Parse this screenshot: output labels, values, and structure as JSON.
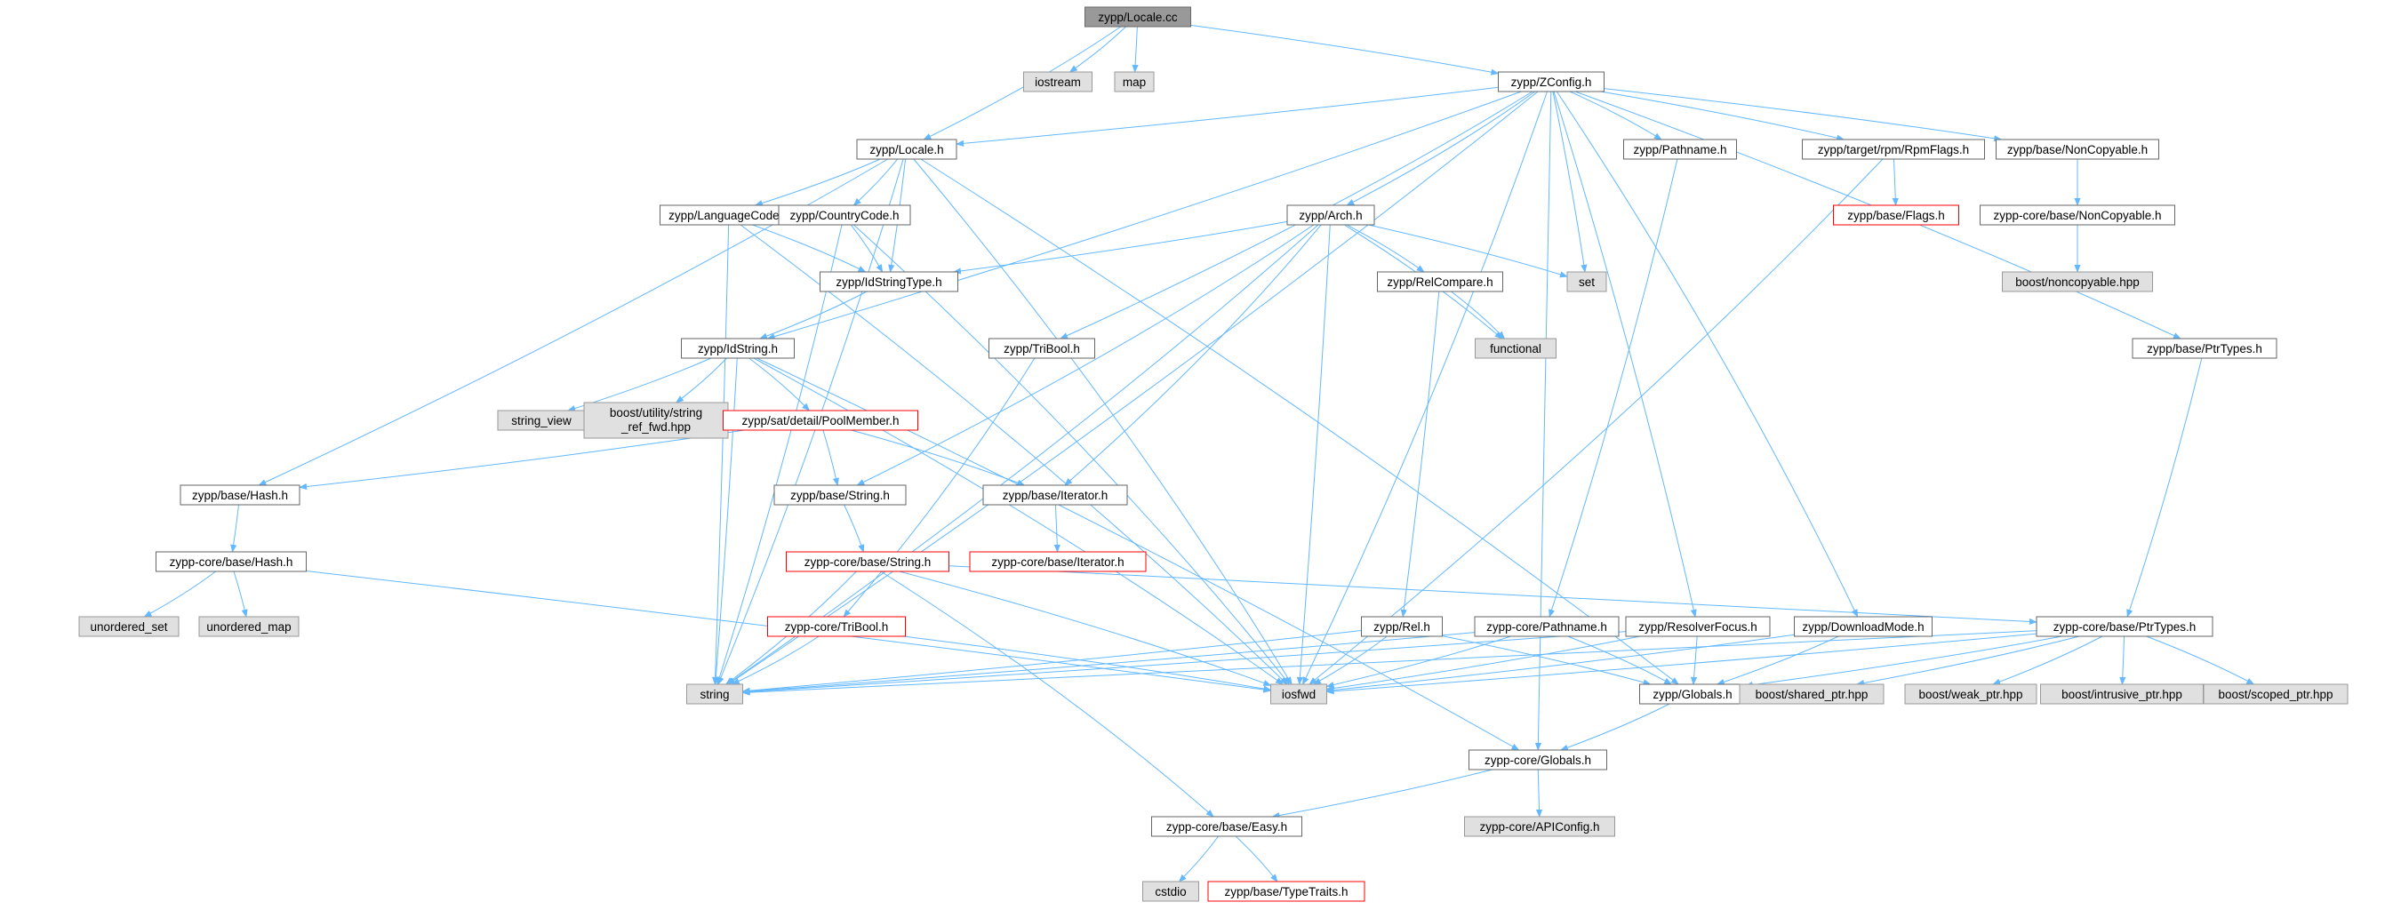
{
  "graph": {
    "root": "zypp/Locale.cc",
    "nodes": [
      {
        "id": "locale_cc",
        "label": "zypp/Locale.cc",
        "kind": "root"
      },
      {
        "id": "iostream",
        "label": "iostream",
        "kind": "system"
      },
      {
        "id": "map",
        "label": "map",
        "kind": "system"
      },
      {
        "id": "zconfig",
        "label": "zypp/ZConfig.h",
        "kind": "header"
      },
      {
        "id": "locale_h",
        "label": "zypp/Locale.h",
        "kind": "header"
      },
      {
        "id": "pathname",
        "label": "zypp/Pathname.h",
        "kind": "header"
      },
      {
        "id": "rpmflags",
        "label": "zypp/target/rpm/RpmFlags.h",
        "kind": "header"
      },
      {
        "id": "noncopyable",
        "label": "zypp/base/NonCopyable.h",
        "kind": "header"
      },
      {
        "id": "languagecode",
        "label": "zypp/LanguageCode.h",
        "kind": "header"
      },
      {
        "id": "countrycode",
        "label": "zypp/CountryCode.h",
        "kind": "header"
      },
      {
        "id": "arch",
        "label": "zypp/Arch.h",
        "kind": "header"
      },
      {
        "id": "flags",
        "label": "zypp/base/Flags.h",
        "kind": "truncated"
      },
      {
        "id": "core_noncopyable",
        "label": "zypp-core/base/NonCopyable.h",
        "kind": "header"
      },
      {
        "id": "idstringtype",
        "label": "zypp/IdStringType.h",
        "kind": "header"
      },
      {
        "id": "relcompare",
        "label": "zypp/RelCompare.h",
        "kind": "header"
      },
      {
        "id": "set",
        "label": "set",
        "kind": "system"
      },
      {
        "id": "boost_noncopyable",
        "label": "boost/noncopyable.hpp",
        "kind": "system"
      },
      {
        "id": "idstring",
        "label": "zypp/IdString.h",
        "kind": "header"
      },
      {
        "id": "tribool",
        "label": "zypp/TriBool.h",
        "kind": "header"
      },
      {
        "id": "functional",
        "label": "functional",
        "kind": "system"
      },
      {
        "id": "ptrtypes",
        "label": "zypp/base/PtrTypes.h",
        "kind": "header"
      },
      {
        "id": "string_view",
        "label": "string_view",
        "kind": "system"
      },
      {
        "id": "boost_stringref",
        "label": [
          "boost/utility/string",
          "_ref_fwd.hpp"
        ],
        "kind": "system"
      },
      {
        "id": "poolmember",
        "label": "zypp/sat/detail/PoolMember.h",
        "kind": "truncated"
      },
      {
        "id": "hash",
        "label": "zypp/base/Hash.h",
        "kind": "header"
      },
      {
        "id": "base_string",
        "label": "zypp/base/String.h",
        "kind": "header"
      },
      {
        "id": "base_iterator",
        "label": "zypp/base/Iterator.h",
        "kind": "header"
      },
      {
        "id": "core_hash",
        "label": "zypp-core/base/Hash.h",
        "kind": "header"
      },
      {
        "id": "core_string",
        "label": "zypp-core/base/String.h",
        "kind": "truncated"
      },
      {
        "id": "core_iterator",
        "label": "zypp-core/base/Iterator.h",
        "kind": "truncated"
      },
      {
        "id": "unordered_set",
        "label": "unordered_set",
        "kind": "system"
      },
      {
        "id": "unordered_map",
        "label": "unordered_map",
        "kind": "system"
      },
      {
        "id": "core_tribool",
        "label": "zypp-core/TriBool.h",
        "kind": "truncated"
      },
      {
        "id": "rel",
        "label": "zypp/Rel.h",
        "kind": "header"
      },
      {
        "id": "core_pathname",
        "label": "zypp-core/Pathname.h",
        "kind": "header"
      },
      {
        "id": "resolverfocus",
        "label": "zypp/ResolverFocus.h",
        "kind": "header"
      },
      {
        "id": "downloadmode",
        "label": "zypp/DownloadMode.h",
        "kind": "header"
      },
      {
        "id": "core_ptrtypes",
        "label": "zypp-core/base/PtrTypes.h",
        "kind": "header"
      },
      {
        "id": "string",
        "label": "string",
        "kind": "system"
      },
      {
        "id": "iosfwd",
        "label": "iosfwd",
        "kind": "system"
      },
      {
        "id": "globals",
        "label": "zypp/Globals.h",
        "kind": "header"
      },
      {
        "id": "shared_ptr",
        "label": "boost/shared_ptr.hpp",
        "kind": "system"
      },
      {
        "id": "weak_ptr",
        "label": "boost/weak_ptr.hpp",
        "kind": "system"
      },
      {
        "id": "intrusive_ptr",
        "label": "boost/intrusive_ptr.hpp",
        "kind": "system"
      },
      {
        "id": "scoped_ptr",
        "label": "boost/scoped_ptr.hpp",
        "kind": "system"
      },
      {
        "id": "core_globals",
        "label": "zypp-core/Globals.h",
        "kind": "header"
      },
      {
        "id": "apiconfig",
        "label": "zypp-core/APIConfig.h",
        "kind": "system"
      },
      {
        "id": "easy",
        "label": "zypp-core/base/Easy.h",
        "kind": "header"
      },
      {
        "id": "cstdio",
        "label": "cstdio",
        "kind": "system"
      },
      {
        "id": "typetraits",
        "label": "zypp/base/TypeTraits.h",
        "kind": "truncated"
      }
    ],
    "edges": [
      [
        "locale_cc",
        "iostream"
      ],
      [
        "locale_cc",
        "map"
      ],
      [
        "locale_cc",
        "zconfig"
      ],
      [
        "locale_cc",
        "locale_h"
      ],
      [
        "zconfig",
        "locale_h"
      ],
      [
        "zconfig",
        "pathname"
      ],
      [
        "zconfig",
        "rpmflags"
      ],
      [
        "zconfig",
        "noncopyable"
      ],
      [
        "zconfig",
        "arch"
      ],
      [
        "zconfig",
        "set"
      ],
      [
        "zconfig",
        "idstring"
      ],
      [
        "zconfig",
        "tribool"
      ],
      [
        "zconfig",
        "ptrtypes"
      ],
      [
        "zconfig",
        "string"
      ],
      [
        "zconfig",
        "iosfwd"
      ],
      [
        "zconfig",
        "resolverfocus"
      ],
      [
        "zconfig",
        "downloadmode"
      ],
      [
        "zconfig",
        "core_globals"
      ],
      [
        "locale_h",
        "languagecode"
      ],
      [
        "locale_h",
        "countrycode"
      ],
      [
        "locale_h",
        "idstringtype"
      ],
      [
        "locale_h",
        "hash"
      ],
      [
        "locale_h",
        "string"
      ],
      [
        "locale_h",
        "iosfwd"
      ],
      [
        "locale_h",
        "globals"
      ],
      [
        "languagecode",
        "idstringtype"
      ],
      [
        "languagecode",
        "string"
      ],
      [
        "languagecode",
        "iosfwd"
      ],
      [
        "countrycode",
        "idstringtype"
      ],
      [
        "countrycode",
        "string"
      ],
      [
        "countrycode",
        "iosfwd"
      ],
      [
        "idstringtype",
        "idstring"
      ],
      [
        "arch",
        "idstringtype"
      ],
      [
        "arch",
        "relcompare"
      ],
      [
        "arch",
        "set"
      ],
      [
        "arch",
        "functional"
      ],
      [
        "arch",
        "base_string"
      ],
      [
        "arch",
        "base_iterator"
      ],
      [
        "arch",
        "string"
      ],
      [
        "arch",
        "iosfwd"
      ],
      [
        "relcompare",
        "functional"
      ],
      [
        "relcompare",
        "rel"
      ],
      [
        "pathname",
        "core_pathname"
      ],
      [
        "rpmflags",
        "flags"
      ],
      [
        "rpmflags",
        "iosfwd"
      ],
      [
        "noncopyable",
        "core_noncopyable"
      ],
      [
        "core_noncopyable",
        "boost_noncopyable"
      ],
      [
        "ptrtypes",
        "core_ptrtypes"
      ],
      [
        "idstring",
        "string_view"
      ],
      [
        "idstring",
        "boost_stringref"
      ],
      [
        "idstring",
        "poolmember"
      ],
      [
        "idstring",
        "string"
      ],
      [
        "idstring",
        "iosfwd"
      ],
      [
        "idstring",
        "core_globals"
      ],
      [
        "poolmember",
        "hash"
      ],
      [
        "poolmember",
        "base_string"
      ],
      [
        "poolmember",
        "base_iterator"
      ],
      [
        "tribool",
        "core_tribool"
      ],
      [
        "hash",
        "core_hash"
      ],
      [
        "core_hash",
        "unordered_set"
      ],
      [
        "core_hash",
        "unordered_map"
      ],
      [
        "core_hash",
        "iosfwd"
      ],
      [
        "base_string",
        "core_string"
      ],
      [
        "base_iterator",
        "core_iterator"
      ],
      [
        "core_string",
        "string"
      ],
      [
        "core_string",
        "iosfwd"
      ],
      [
        "core_string",
        "core_ptrtypes"
      ],
      [
        "core_string",
        "easy"
      ],
      [
        "core_tribool",
        "string"
      ],
      [
        "core_tribool",
        "iosfwd"
      ],
      [
        "rel",
        "string"
      ],
      [
        "rel",
        "iosfwd"
      ],
      [
        "rel",
        "globals"
      ],
      [
        "core_pathname",
        "string"
      ],
      [
        "core_pathname",
        "iosfwd"
      ],
      [
        "core_pathname",
        "globals"
      ],
      [
        "resolverfocus",
        "string"
      ],
      [
        "resolverfocus",
        "iosfwd"
      ],
      [
        "resolverfocus",
        "globals"
      ],
      [
        "downloadmode",
        "iosfwd"
      ],
      [
        "downloadmode",
        "globals"
      ],
      [
        "core_ptrtypes",
        "string"
      ],
      [
        "core_ptrtypes",
        "iosfwd"
      ],
      [
        "core_ptrtypes",
        "globals"
      ],
      [
        "core_ptrtypes",
        "shared_ptr"
      ],
      [
        "core_ptrtypes",
        "weak_ptr"
      ],
      [
        "core_ptrtypes",
        "intrusive_ptr"
      ],
      [
        "core_ptrtypes",
        "scoped_ptr"
      ],
      [
        "globals",
        "core_globals"
      ],
      [
        "core_globals",
        "apiconfig"
      ],
      [
        "core_globals",
        "easy"
      ],
      [
        "easy",
        "cstdio"
      ],
      [
        "easy",
        "typetraits"
      ]
    ],
    "colors": {
      "edge": "#63b8ff",
      "root_fill": "#999999",
      "header_fill": "#ffffff",
      "header_border": "#666666",
      "system_fill": "#e0e0e0",
      "system_border": "#999999",
      "truncated_border": "#ff0000"
    }
  }
}
